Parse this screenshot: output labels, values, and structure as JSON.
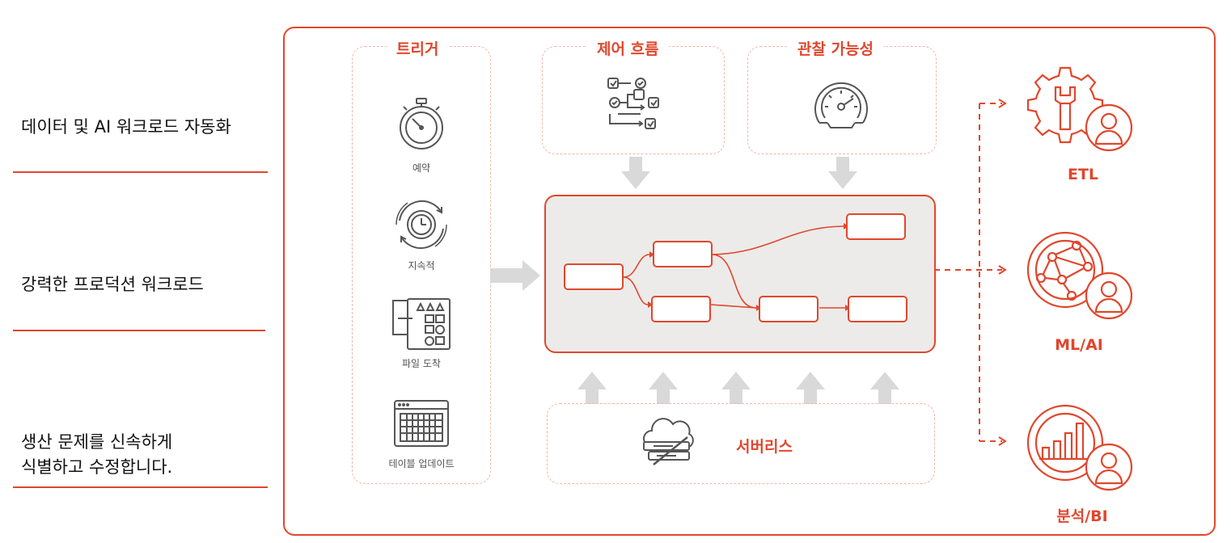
{
  "left_panel": {
    "item1": "데이터 및 AI 워크로드 자동화",
    "item2": "강력한 프로덕션 워크로드",
    "item3_line1": "생산 문제를 신속하게",
    "item3_line2": "식별하고 수정합니다."
  },
  "sections": {
    "triggers": {
      "title": "트리거",
      "items": [
        "예약",
        "지속적",
        "파일 도착",
        "테이블 업데이트"
      ]
    },
    "control_flow": {
      "title": "제어 흐름"
    },
    "observability": {
      "title": "관찰 가능성"
    },
    "serverless": {
      "title": "서버리스"
    }
  },
  "outputs": [
    "ETL",
    "ML/AI",
    "분석/BI"
  ],
  "colors": {
    "accent": "#e0472d",
    "dashed_border": "#f0b7a8",
    "arrow_gray": "#d9d9d9",
    "workflow_bg": "#ecebe9",
    "icon_gray": "#555555"
  }
}
